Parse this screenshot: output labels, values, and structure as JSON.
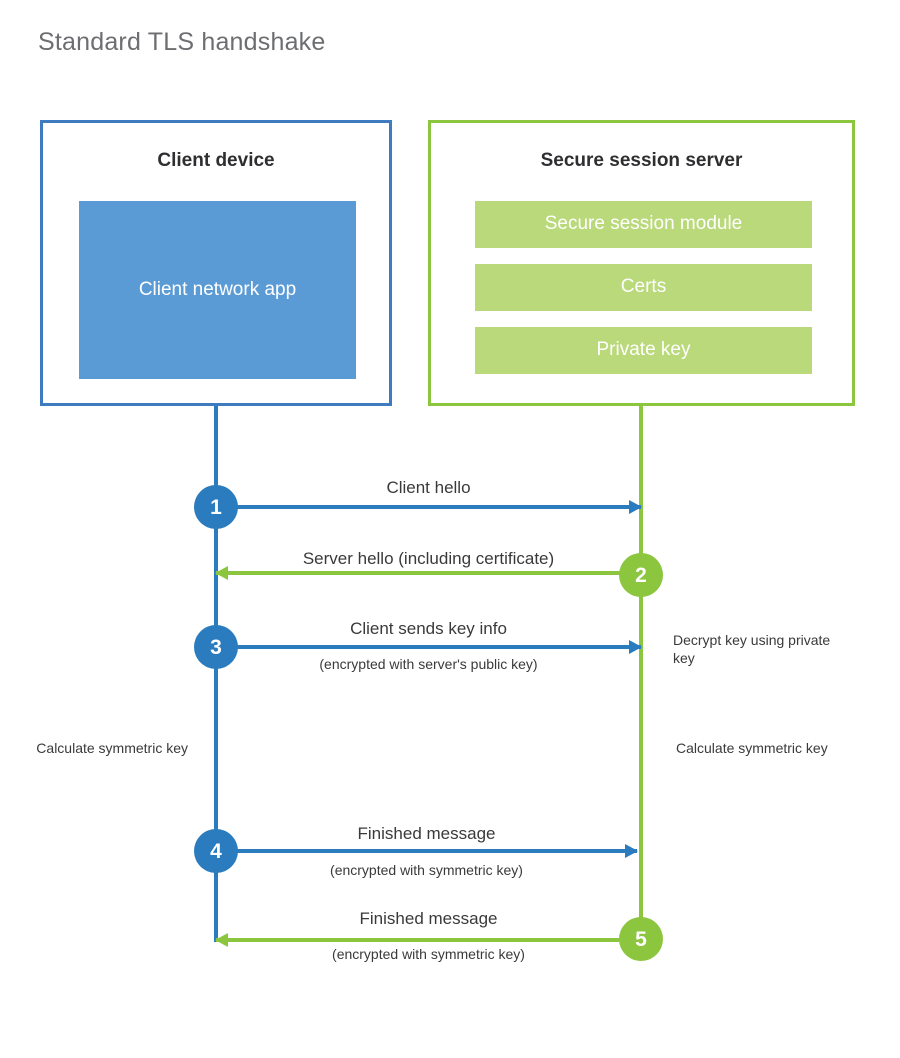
{
  "title": "Standard TLS handshake",
  "colors": {
    "client_blue": "#2b7cbf",
    "client_border_blue": "#3f7cbf",
    "client_app_fill": "#5b9bd5",
    "server_green": "#8cc63f",
    "server_block_fill": "#b9d97a",
    "title_gray": "#6d6e71",
    "text_dark": "#3a3a3c"
  },
  "entities": {
    "client": {
      "title": "Client device",
      "blocks": [
        {
          "label": "Client network app"
        }
      ]
    },
    "server": {
      "title": "Secure session server",
      "blocks": [
        {
          "label": "Secure session module"
        },
        {
          "label": "Certs"
        },
        {
          "label": "Private key"
        }
      ]
    }
  },
  "steps": [
    {
      "number": "1",
      "label": "Client hello",
      "sublabel": "",
      "direction": "client-to-server",
      "color": "#2b7cbf"
    },
    {
      "number": "2",
      "label": "Server hello (including certificate)",
      "sublabel": "",
      "direction": "server-to-client",
      "color": "#8cc63f"
    },
    {
      "number": "3",
      "label": "Client sends key info",
      "sublabel": "(encrypted with server's public key)",
      "direction": "client-to-server",
      "color": "#2b7cbf"
    },
    {
      "number": "4",
      "label": "Finished message",
      "sublabel": "(encrypted with symmetric key)",
      "direction": "client-to-server",
      "color": "#2b7cbf"
    },
    {
      "number": "5",
      "label": "Finished message",
      "sublabel": "(encrypted with symmetric key)",
      "direction": "server-to-client",
      "color": "#8cc63f"
    }
  ],
  "annotations": {
    "decrypt_key": "Decrypt key using private key",
    "client_calculate": "Calculate symmetric key",
    "server_calculate": "Calculate symmetric key"
  }
}
